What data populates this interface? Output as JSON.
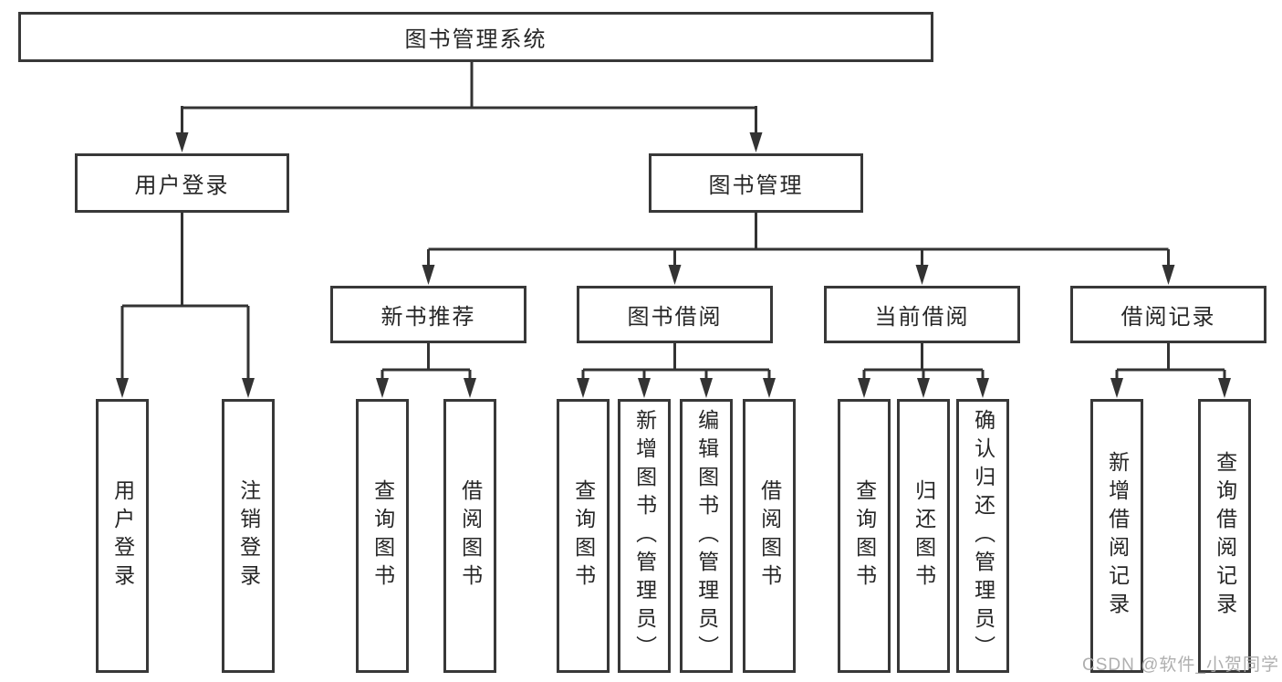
{
  "diagram": {
    "title": "图书管理系统",
    "root": {
      "label": "图书管理系统"
    },
    "level2": [
      {
        "label": "用户登录"
      },
      {
        "label": "图书管理"
      }
    ],
    "level3": [
      {
        "label": "新书推荐"
      },
      {
        "label": "图书借阅"
      },
      {
        "label": "当前借阅"
      },
      {
        "label": "借阅记录"
      }
    ],
    "leaves": {
      "user_login": [
        "用户登录",
        "注销登录"
      ],
      "new_books": [
        "查询图书",
        "借阅图书"
      ],
      "book_borrow": [
        "查询图书",
        "新增图书（管理员）",
        "编辑图书（管理员）",
        "借阅图书"
      ],
      "current_borrow": [
        "查询图书",
        "归还图书",
        "确认归还（管理员）"
      ],
      "borrow_records": [
        "新增借阅记录",
        "查询借阅记录"
      ]
    }
  },
  "watermark": {
    "text": "CSDN @软件_小贺同学"
  },
  "colors": {
    "line": "#333333",
    "border": "#383838",
    "text": "#262626",
    "background": "#ffffff",
    "watermark": "#a8a8a8"
  }
}
